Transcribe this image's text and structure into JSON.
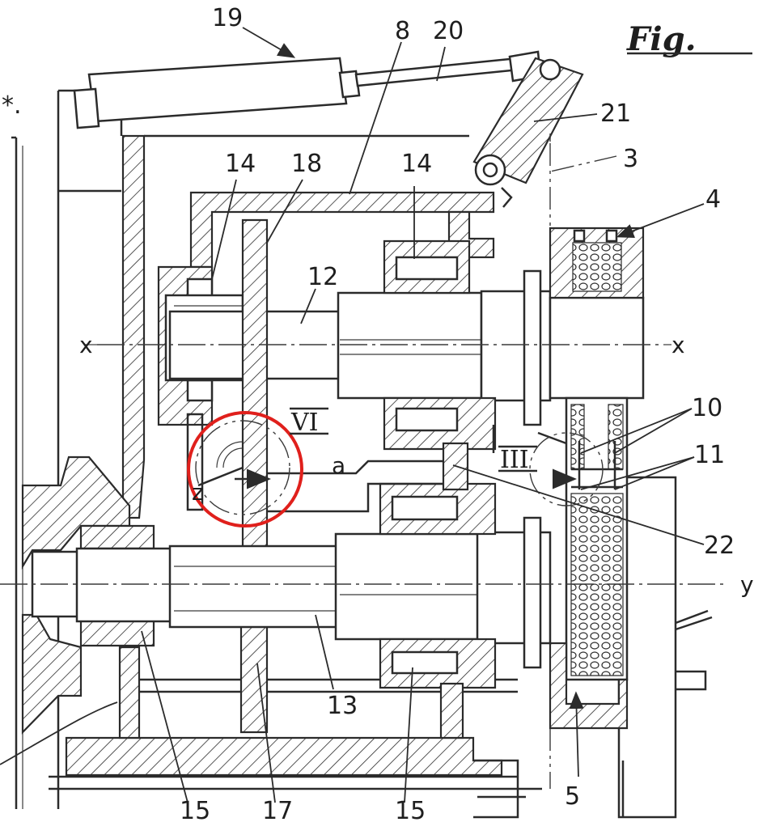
{
  "figure": {
    "title": "Fig.",
    "corner_mark": "*."
  },
  "labels": {
    "l19": "19",
    "l8": "8",
    "l20": "20",
    "l21": "21",
    "l3": "3",
    "l14a": "14",
    "l18": "18",
    "l14b": "14",
    "l4": "4",
    "l12": "12",
    "l10": "10",
    "l11": "11",
    "l22": "22",
    "l13": "13",
    "l5": "5",
    "l15a": "15",
    "l17": "17",
    "l15b": "15",
    "roman_vi": "VI",
    "roman_iii": "III",
    "angle_a": "a",
    "z": "z"
  },
  "axes": {
    "x_left": "x",
    "x_right": "x",
    "y_right": "y"
  },
  "colors": {
    "line": "#2b2b2b",
    "highlight_circle": "#e0201c",
    "background": "#ffffff"
  },
  "icons": {
    "spring_pack": "coil-spring-stack",
    "detail_marker": "detail-circle"
  }
}
